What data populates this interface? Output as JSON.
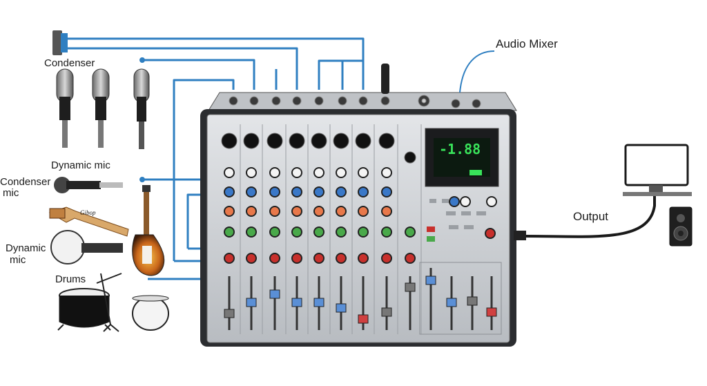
{
  "labels": {
    "audio_mixer": "Audio Mixer",
    "output": "Output",
    "condenser": "Condenser",
    "dynamic_mic": "Dynamic mic",
    "condenser_mic_line1": "Condenser",
    "condenser_mic_line2": "mic",
    "dynamic_mic2_line1": "Dynamic",
    "dynamic_mic2_line2": "mic",
    "drums": "Drums",
    "guitar_logo": "Gibop"
  },
  "mixer": {
    "display_value": "-1.88",
    "channel_count": 8
  },
  "colors": {
    "cable_blue": "#2f7fc1",
    "panel_silver": "#c9ccd0",
    "frame_dark": "#2b2d30",
    "display_green": "#39e35a",
    "knob_blue": "#3a78c8",
    "knob_orange": "#e8784a",
    "knob_green": "#49a94a",
    "knob_red": "#c8302c"
  },
  "icons": [
    "microphone-icon",
    "guitar-icon",
    "drum-icon",
    "monitor-icon",
    "speaker-icon"
  ]
}
